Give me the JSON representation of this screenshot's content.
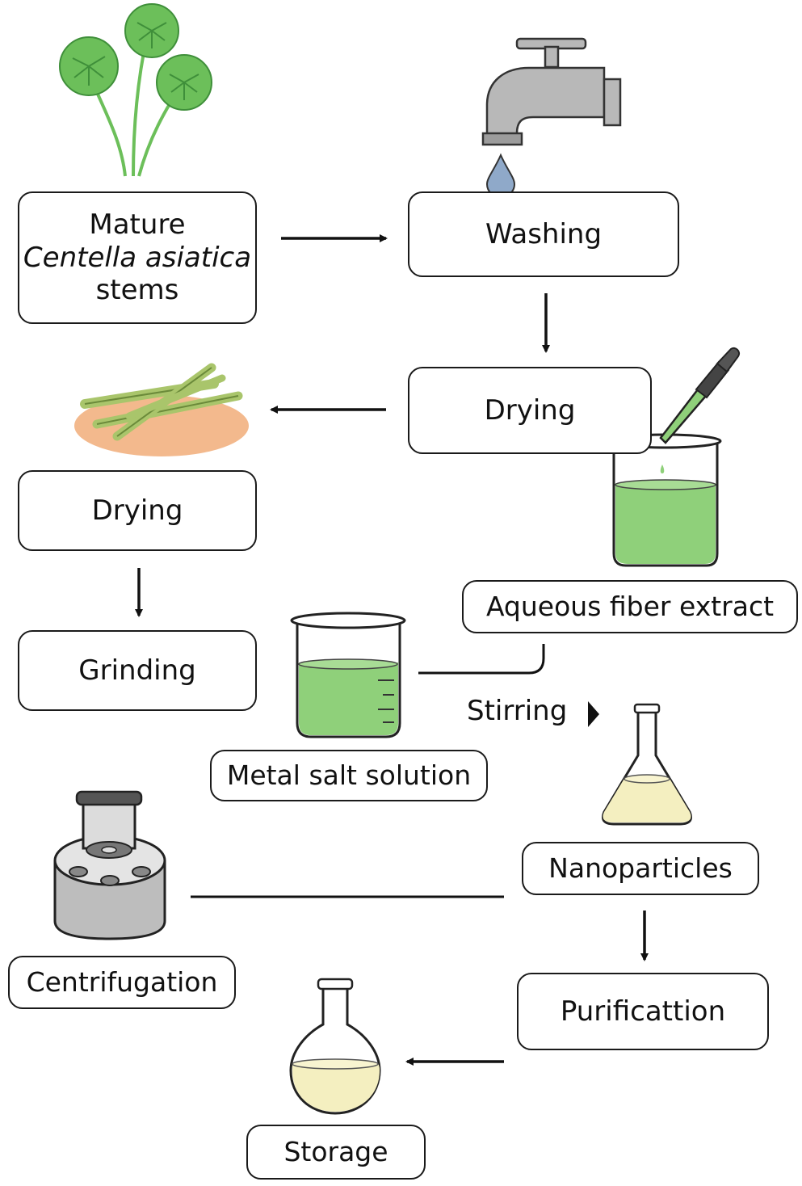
{
  "nodes": {
    "stems": {
      "line1": "Mature",
      "line2": "Centella asiatica",
      "line3": "stems"
    },
    "washing": "Washing",
    "drying_right": "Drying",
    "drying_left": "Drying",
    "grinding": "Grinding",
    "aqueous_extract": "Aqueous fiber extract",
    "metal_salt": "Metal salt solution",
    "stirring": "Stirring",
    "nanoparticles": "Nanoparticles",
    "centrifugation": "Centrifugation",
    "purification": "Purificattion",
    "storage": "Storage"
  },
  "icons": [
    "plant-icon",
    "faucet-icon",
    "water-drop-icon",
    "dried-stems-icon",
    "dropper-beaker-icon",
    "beaker-icon",
    "erlenmeyer-flask-icon",
    "centrifuge-icon",
    "round-flask-icon"
  ],
  "colors": {
    "leaf": "#6cbf5a",
    "leaf_dark": "#3f8f3a",
    "liquid_green": "#8fd07a",
    "liquid_yellow": "#f4efc0",
    "metal": "#b8b8b8",
    "plate": "#f3b98d",
    "stem": "#a9c56b",
    "drop": "#8fa9c9"
  }
}
